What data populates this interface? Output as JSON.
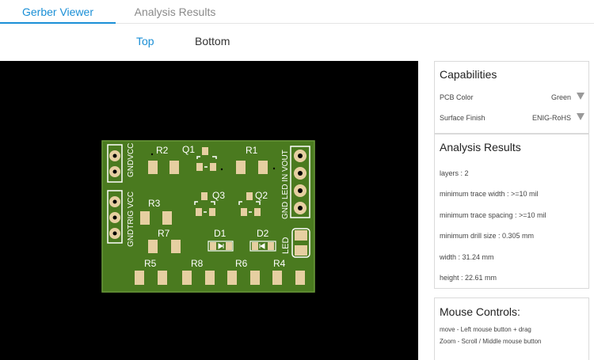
{
  "tabs": [
    {
      "label": "Gerber Viewer",
      "active": true
    },
    {
      "label": "Analysis Results",
      "active": false
    }
  ],
  "view_tabs": [
    {
      "label": "Top",
      "active": true
    },
    {
      "label": "Bottom",
      "active": false
    }
  ],
  "colors": {
    "accent": "#1a8fd6",
    "pcb_green": "#4a7a1f",
    "pad_gold": "#e6cfa1",
    "silkscreen": "#ffffff"
  },
  "board": {
    "labels": {
      "r2": "R2",
      "q1": "Q1",
      "r1": "R1",
      "gndvcc": "GNDVCC",
      "gnd_led_in_vout": "GND LED IN VOUT",
      "gnd_trig_vcc": "GNDTRIG VCC",
      "r3": "R3",
      "q3": "Q3",
      "q2": "Q2",
      "r7": "R7",
      "d1": "D1",
      "d2": "D2",
      "led": "LED",
      "r5": "R5",
      "r8": "R8",
      "r6": "R6",
      "r4": "R4"
    }
  },
  "capabilities": {
    "title": "Capabilities",
    "pcb_color_label": "PCB Color",
    "pcb_color_value": "Green",
    "surface_finish_label": "Surface Finish",
    "surface_finish_value": "ENIG-RoHS"
  },
  "analysis": {
    "title": "Analysis Results",
    "items": [
      "layers : 2",
      "minimum trace width : >=10 mil",
      "minimum trace spacing : >=10 mil",
      "minimum drill size : 0.305 mm",
      "width : 31.24 mm",
      "height : 22.61 mm"
    ]
  },
  "mouse_controls": {
    "title": "Mouse Controls:",
    "lines": [
      "move - Left mouse button + drag",
      "Zoom - Scroll / Middle mouse button"
    ]
  }
}
